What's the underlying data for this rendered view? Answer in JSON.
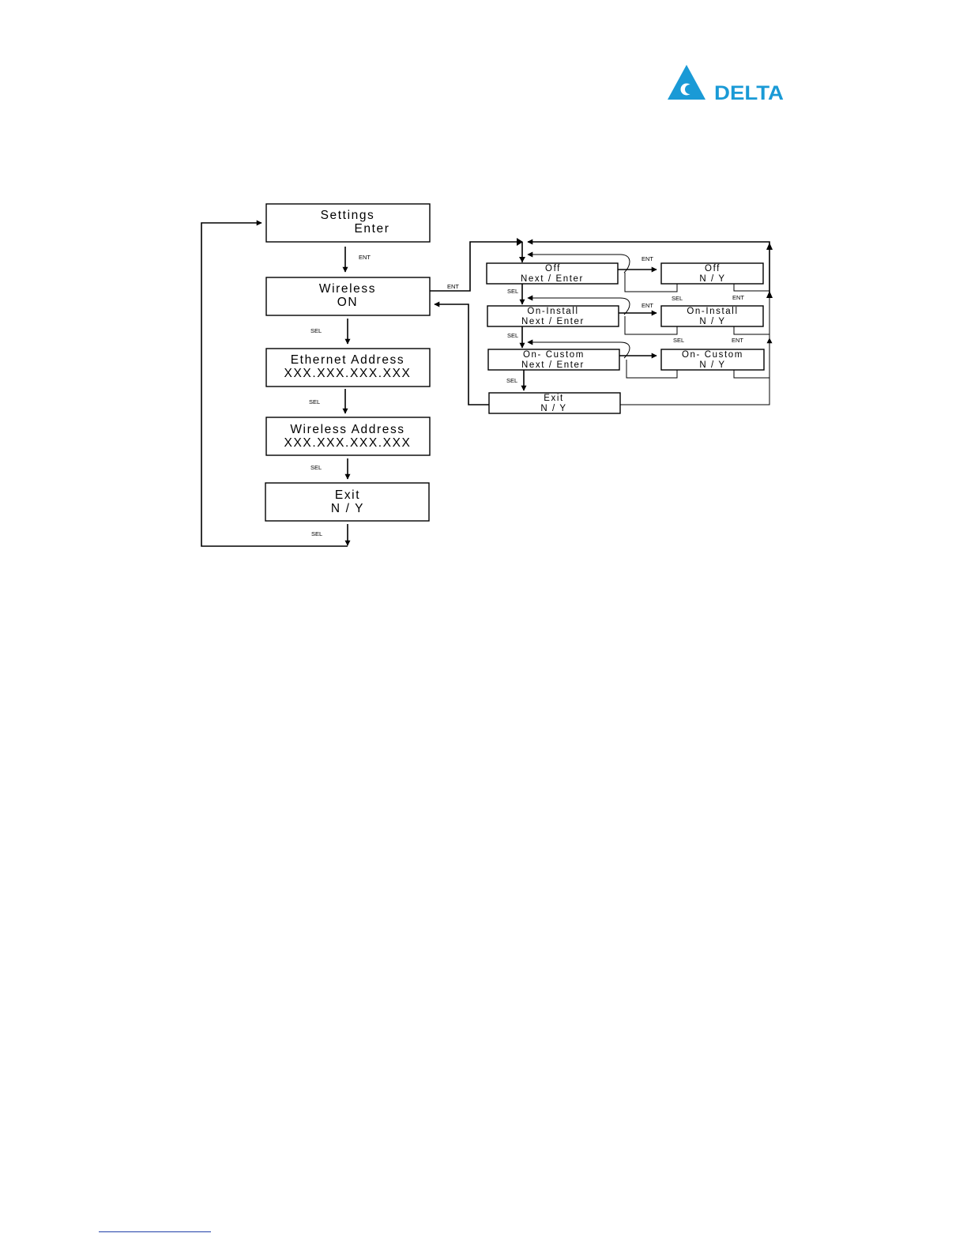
{
  "brand": {
    "name": "DELTA",
    "color": "#1a9ad6"
  },
  "main_menu": {
    "settings": {
      "line1": "Settings",
      "line2": "Enter"
    },
    "wireless": {
      "line1": "Wireless",
      "line2": "ON"
    },
    "ethernet": {
      "line1": "Ethernet Address",
      "line2": "XXX.XXX.XXX.XXX"
    },
    "wireless_address": {
      "line1": "Wireless Address",
      "line2": "XXX.XXX.XXX.XXX"
    },
    "exit": {
      "line1": "Exit",
      "line2": "N / Y"
    }
  },
  "sub_menu": {
    "off": {
      "line1": "Off",
      "line2": "Next   /   Enter"
    },
    "on_install": {
      "line1": "On-Install",
      "line2": "Next   /   Enter"
    },
    "on_custom": {
      "line1": "On- Custom",
      "line2": "Next   /   Enter"
    },
    "exit": {
      "line1": "Exit",
      "line2": "N / Y"
    }
  },
  "confirm_menu": {
    "off": {
      "line1": "Off",
      "line2": "N   /   Y"
    },
    "on_install": {
      "line1": "On-Install",
      "line2": "N   /   Y"
    },
    "on_custom": {
      "line1": "On- Custom",
      "line2": "N   /   Y"
    }
  },
  "tags": {
    "ent": "ENT",
    "sel": "SEL"
  }
}
